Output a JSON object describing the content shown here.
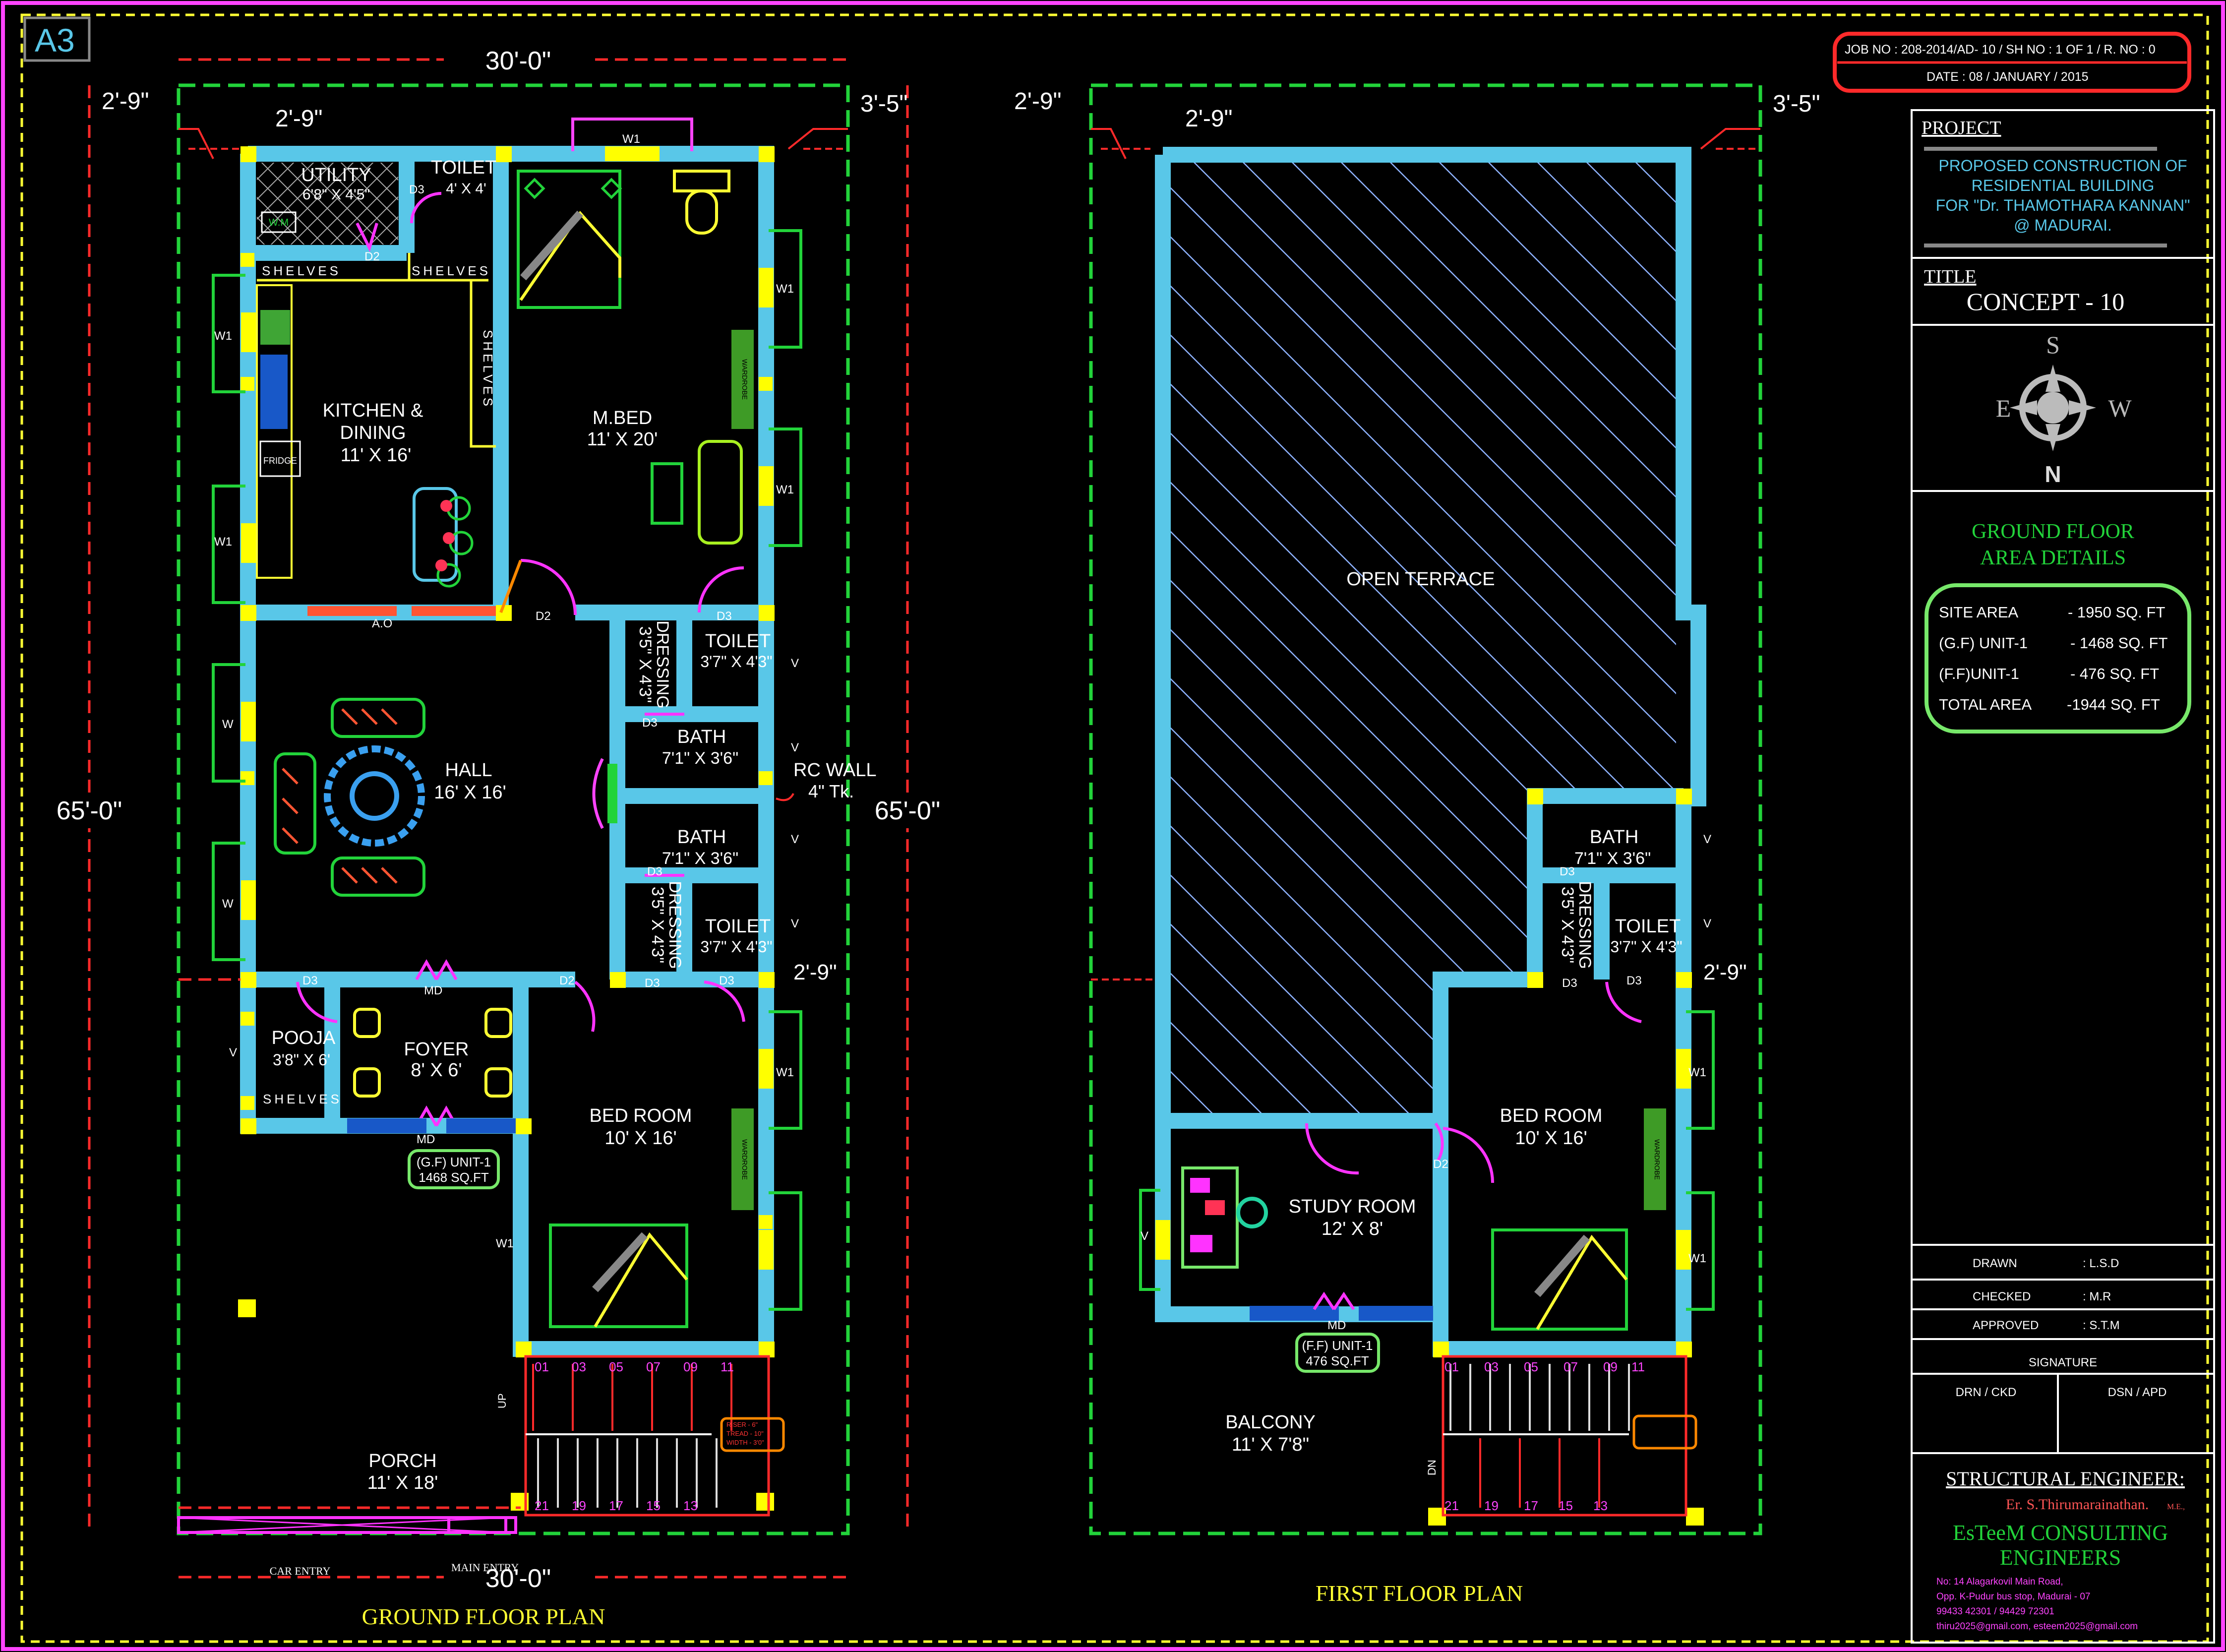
{
  "sheet": {
    "size_tag": "A3"
  },
  "ground_floor": {
    "title": "GROUND FLOOR PLAN",
    "dims": {
      "width_top": "30'-0\"",
      "width_bottom": "30'-0\"",
      "depth_left": "65'-0\"",
      "depth_right": "65'-0\"",
      "setback_left": "2'-9\"",
      "setback_inner": "2'-9\"",
      "setback_right": "3'-5\"",
      "side_gap": "2'-9\""
    },
    "rooms": {
      "utility": {
        "name": "UTILITY",
        "size": "6'8\" X 4'5\""
      },
      "toilet_top": {
        "name": "TOILET",
        "size": "4' X 4'"
      },
      "kitchen": {
        "name": "KITCHEN &",
        "name2": "DINING",
        "size": "11' X 16'"
      },
      "mbed": {
        "name": "M.BED",
        "size": "11' X 20'"
      },
      "hall": {
        "name": "HALL",
        "size": "16' X 16'"
      },
      "dressing1": {
        "name": "DRESSING",
        "size": "3'5\" X 4'3\""
      },
      "toilet1": {
        "name": "TOILET",
        "size": "3'7\" X 4'3\""
      },
      "bath1": {
        "name": "BATH",
        "size": "7'1\" X 3'6\""
      },
      "bath2": {
        "name": "BATH",
        "size": "7'1\" X 3'6\""
      },
      "dressing2": {
        "name": "DRESSING",
        "size": "3'5\" X 4'3\""
      },
      "toilet2": {
        "name": "TOILET",
        "size": "3'7\" X 4'3\""
      },
      "pooja": {
        "name": "POOJA",
        "size": "3'8\" X 6'"
      },
      "foyer": {
        "name": "FOYER",
        "size": "8' X 6'"
      },
      "bedroom": {
        "name": "BED ROOM",
        "size": "10' X 16'"
      },
      "porch": {
        "name": "PORCH",
        "size": "11' X 18'"
      }
    },
    "labels": {
      "shelves_a": "SHELVES",
      "shelves_b": "SHELVES",
      "shelves_c": "SHELVES",
      "shelves_d": "SHELVES",
      "wm": "W.M",
      "fridge": "FRIDGE",
      "ao": "A.O",
      "wardrobe": "WARDROBE",
      "rc_wall": "RC WALL",
      "rc_thk": "4\" Tk.",
      "up": "UP",
      "car_entry": "CAR ENTRY",
      "main_entry": "MAIN ENTRY",
      "unit_tag": "(G.F) UNIT-1",
      "unit_area": "1468 SQ.FT",
      "w": "W",
      "w1": "W1",
      "v": "V",
      "d2": "D2",
      "d3": "D3",
      "md": "MD"
    },
    "stairs": {
      "top": [
        "01",
        "03",
        "05",
        "07",
        "09",
        "11"
      ],
      "bottom": [
        "21",
        "19",
        "17",
        "15",
        "13"
      ],
      "note": [
        "RISER - 6\"",
        "TREAD - 10\"",
        "WIDTH - 3'0\""
      ]
    }
  },
  "first_floor": {
    "title": "FIRST FLOOR PLAN",
    "dims": {
      "setback_left": "2'-9\"",
      "setback_inner": "2'-9\"",
      "setback_right": "3'-5\"",
      "side_gap": "2'-9\""
    },
    "rooms": {
      "terrace": {
        "name": "OPEN TERRACE"
      },
      "bath": {
        "name": "BATH",
        "size": "7'1\" X 3'6\""
      },
      "dressing": {
        "name": "DRESSING",
        "size": "3'5\" X 4'3\""
      },
      "toilet": {
        "name": "TOILET",
        "size": "3'7\" X 4'3\""
      },
      "bedroom": {
        "name": "BED ROOM",
        "size": "10' X 16'"
      },
      "study": {
        "name": "STUDY ROOM",
        "size": "12' X 8'"
      },
      "balcony": {
        "name": "BALCONY",
        "size": "11' X 7'8\""
      }
    },
    "labels": {
      "unit_tag": "(F.F) UNIT-1",
      "unit_area": "476 SQ.FT",
      "dn": "DN",
      "wardrobe": "WARDROBE",
      "v": "V",
      "w1": "W1",
      "d2": "D2",
      "d3": "D3",
      "md": "MD"
    },
    "stairs": {
      "top": [
        "01",
        "03",
        "05",
        "07",
        "09",
        "11"
      ],
      "bottom": [
        "21",
        "19",
        "17",
        "15",
        "13"
      ]
    }
  },
  "title_block": {
    "job_line": "JOB NO : 208-2014/AD-  10 / SH NO : 1 OF 1 / R. NO : 0",
    "date": "DATE : 08 / JANUARY / 2015",
    "project_heading": "PROJECT",
    "project_lines": [
      "PROPOSED CONSTRUCTION OF",
      "RESIDENTIAL BUILDING",
      "FOR \"Dr. THAMOTHARA KANNAN\"",
      "@ MADURAI."
    ],
    "title_heading": "TITLE",
    "title": "CONCEPT - 10",
    "compass": {
      "s": "S",
      "e": "E",
      "w": "W",
      "n": "N"
    },
    "area_heading": [
      "GROUND FLOOR",
      "AREA DETAILS"
    ],
    "area_rows": [
      {
        "label": "SITE AREA",
        "value": "- 1950 SQ. FT"
      },
      {
        "label": "(G.F) UNIT-1",
        "value": "- 1468 SQ. FT"
      },
      {
        "label": "(F.F)UNIT-1",
        "value": "-  476 SQ. FT"
      },
      {
        "label": "TOTAL AREA",
        "value": "-1944 SQ. FT"
      }
    ],
    "sign_rows": [
      {
        "label": "DRAWN",
        "value": ": L.S.D"
      },
      {
        "label": "CHECKED",
        "value": ": M.R"
      },
      {
        "label": "APPROVED",
        "value": ": S.T.M"
      }
    ],
    "signature": "SIGNATURE",
    "drn_ckd": "DRN / CKD",
    "dsn_apd": "DSN / APD",
    "engineer_heading": "STRUCTURAL ENGINEER:",
    "engineer_name": "Er. S.Thirumarainathan.",
    "engineer_deg": "M.E.,",
    "firm": [
      "EsTeeM CONSULTING",
      "ENGINEERS"
    ],
    "address": [
      "No: 14 Alagarkovil Main Road,",
      "Opp. K-Pudur bus stop, Madurai - 07",
      "99433 42301 / 94429 72301",
      "thiru2025@gmail.com, esteem2025@gmail.com"
    ]
  },
  "colors": {
    "wall": "#59c7e8",
    "plot_line": "#22d33a",
    "dim_line": "#ff2a2a",
    "border": "#ff44ff",
    "frame": "#ffff33",
    "door": "#ff33ff",
    "text": "#ffffff",
    "title_text": "#ffff33",
    "area_box": "#77e86a",
    "column": "#ffff00"
  }
}
